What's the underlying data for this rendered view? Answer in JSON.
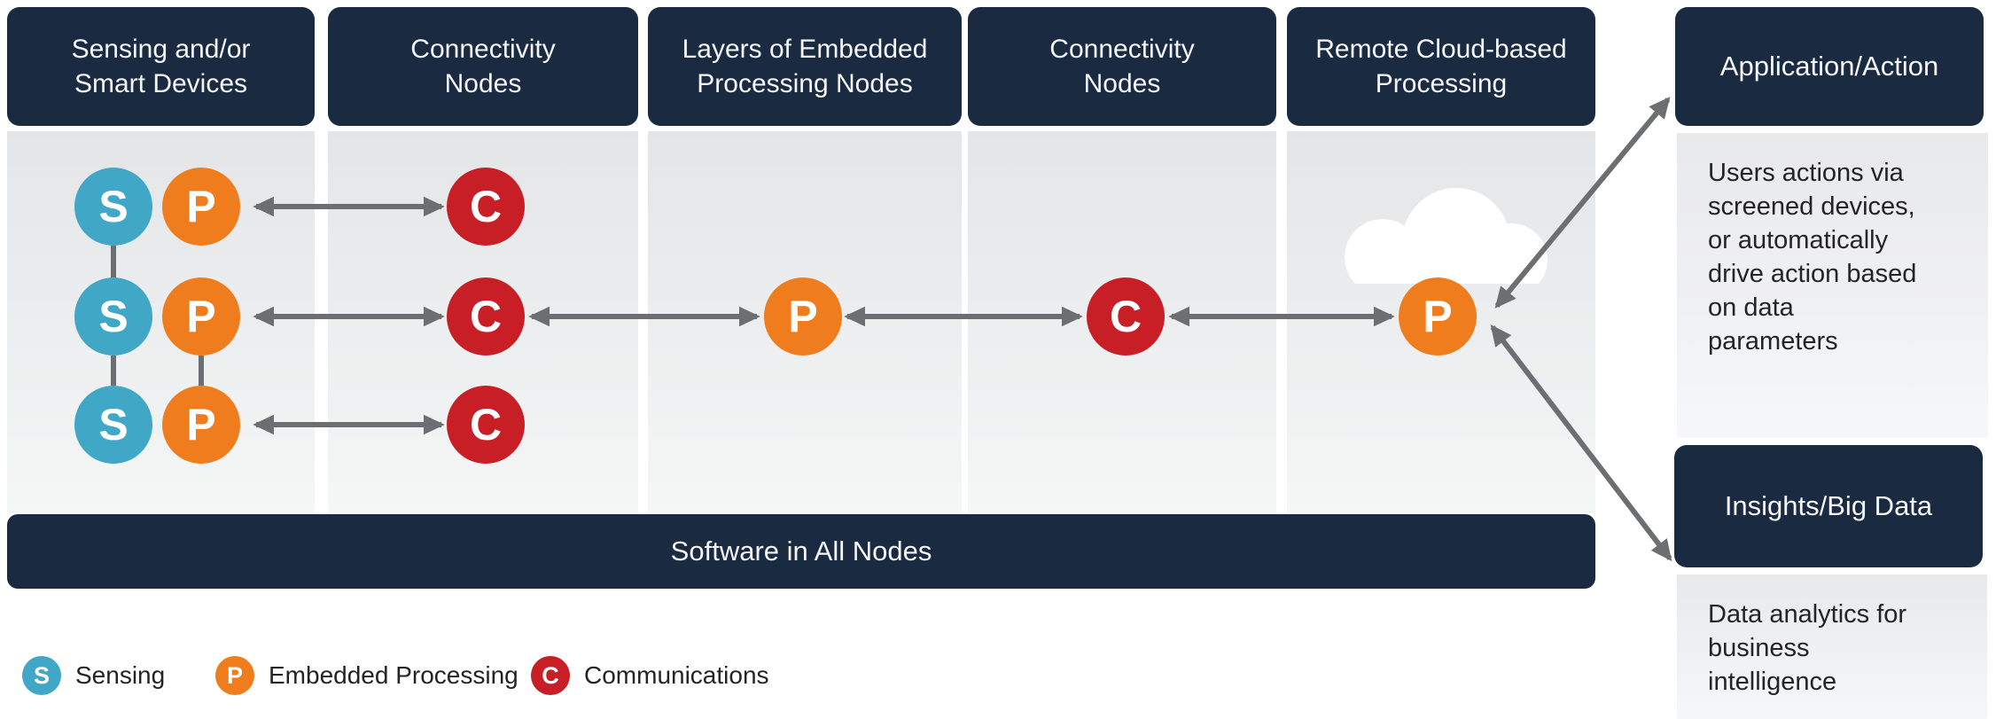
{
  "diagram": {
    "columns": [
      {
        "line1": "Sensing and/or",
        "line2": "Smart Devices"
      },
      {
        "line1": "Connectivity",
        "line2": "Nodes"
      },
      {
        "line1": "Layers of Embedded",
        "line2": "Processing Nodes"
      },
      {
        "line1": "Connectivity",
        "line2": "Nodes"
      },
      {
        "line1": "Remote Cloud-based",
        "line2": "Processing"
      }
    ],
    "software_bar_label": "Software in All Nodes",
    "node_letters": {
      "sensing": "S",
      "processing": "P",
      "communications": "C"
    }
  },
  "legend": {
    "items": [
      {
        "letter": "S",
        "label": "Sensing"
      },
      {
        "letter": "P",
        "label": "Embedded Processing"
      },
      {
        "letter": "C",
        "label": "Communications"
      }
    ]
  },
  "right_panel": {
    "application_title": "Application/Action",
    "application_body": "Users actions via\nscreened devices,\nor automatically\ndrive action based\non data\nparameters",
    "insights_title": "Insights/Big Data",
    "insights_body": "Data analytics for\nbusiness\nintelligence"
  },
  "colors": {
    "navy": "#1A2A41",
    "sensing": "#41A7C7",
    "processing": "#EF7D1E",
    "communications": "#C71F25",
    "arrow-gray": "#6D6E71",
    "column-top": "#E3E5E7",
    "column-bottom": "#F5F6F6",
    "panel-gray": "#E8E9EB",
    "text-dark": "#242427"
  }
}
